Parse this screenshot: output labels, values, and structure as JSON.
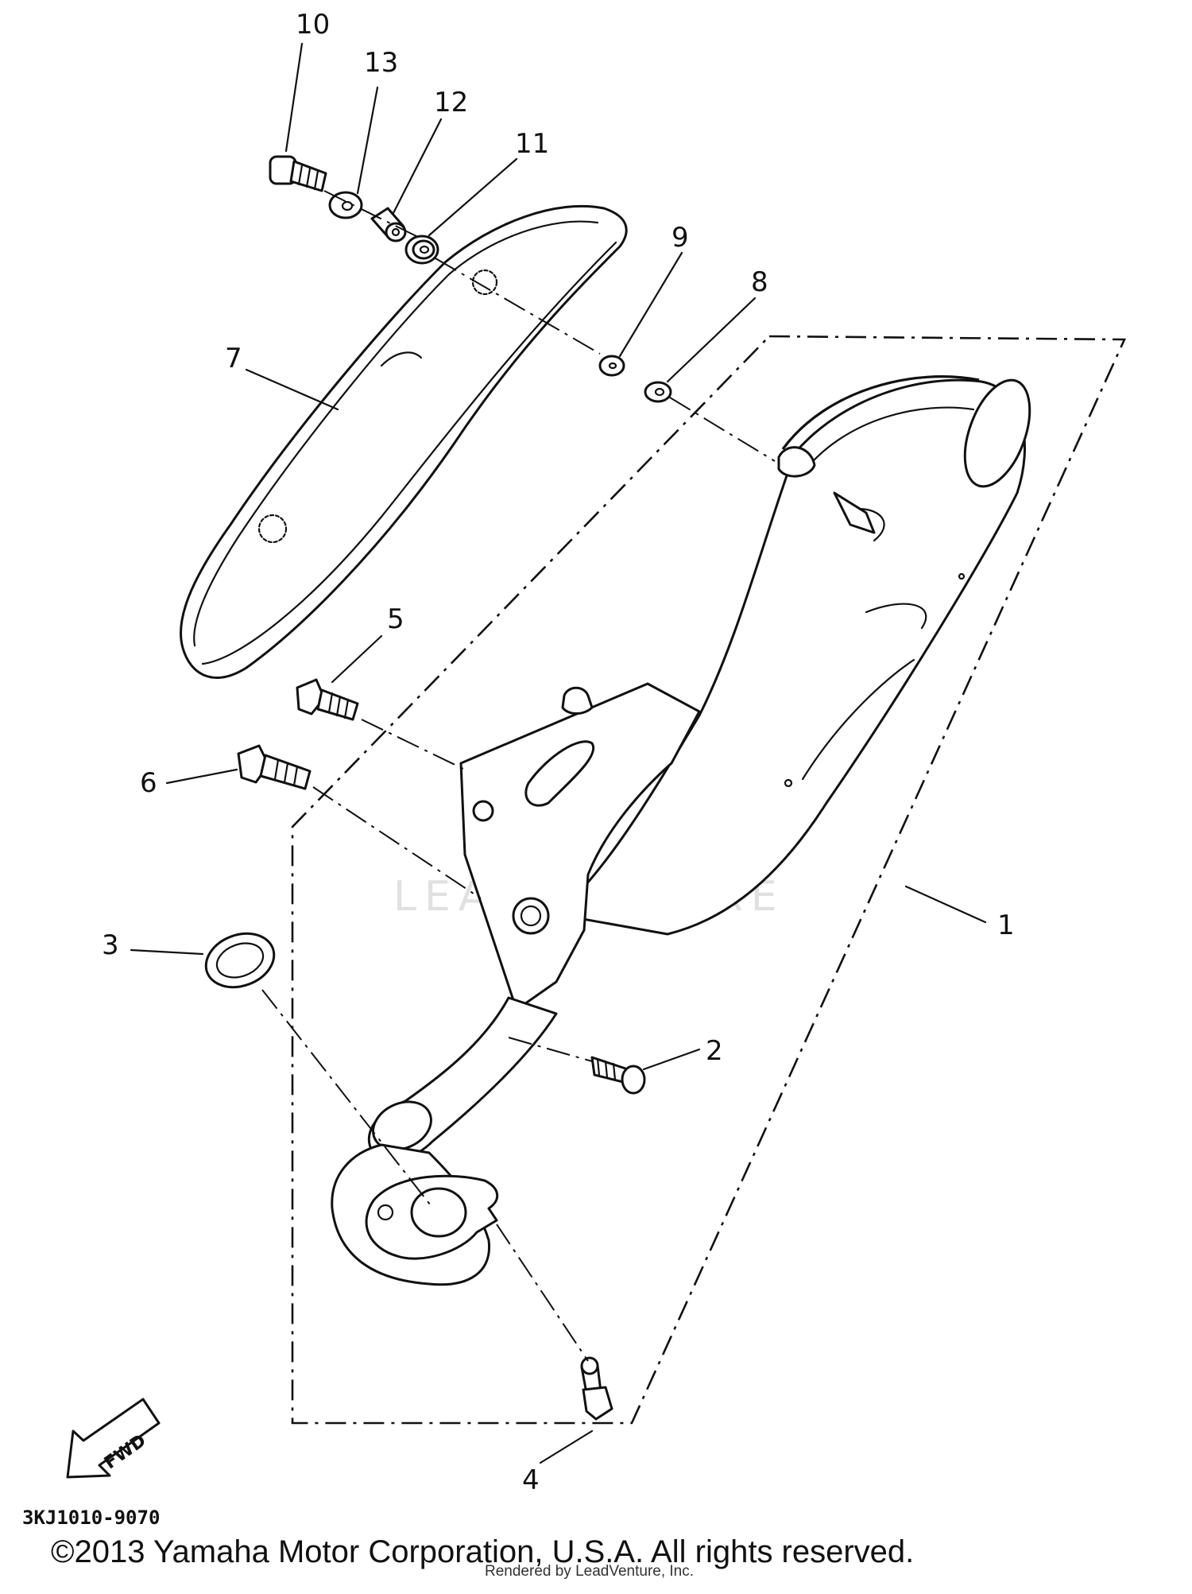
{
  "diagram": {
    "callouts": [
      "1",
      "2",
      "3",
      "4",
      "5",
      "6",
      "7",
      "8",
      "9",
      "10",
      "11",
      "12",
      "13"
    ],
    "fwd_label": "FWD",
    "watermark": "LEADVENTURE"
  },
  "footer": {
    "code": "3KJ1010-9070",
    "copyright": "©2013 Yamaha Motor Corporation, U.S.A. All rights reserved.",
    "rendered": "Rendered by LeadVenture, Inc."
  }
}
